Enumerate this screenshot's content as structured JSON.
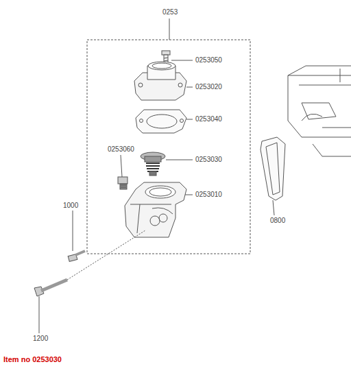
{
  "diagram": {
    "caption": "Item no 0253030",
    "labels": [
      "0253",
      "0253050",
      "0253020",
      "0253040",
      "0253060",
      "0253030",
      "0253010",
      "1000",
      "0800",
      "1200"
    ]
  }
}
